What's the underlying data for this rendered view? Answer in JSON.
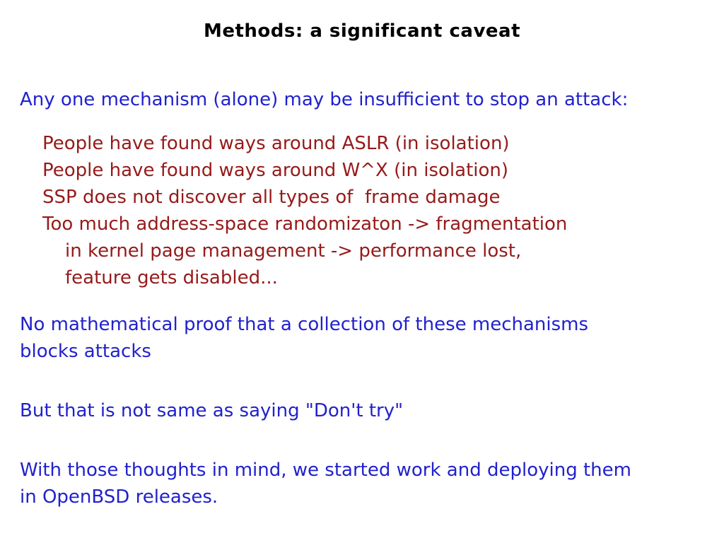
{
  "slide": {
    "title": "Methods: a significant caveat",
    "intro": "Any one mechanism (alone) may be insufficient to stop an attack:",
    "caveats": {
      "lines": [
        "People have found ways around ASLR (in isolation)",
        "People have found ways around W^X (in isolation)",
        "SSP does not discover all types of  frame damage",
        "Too much address-space randomizaton -> fragmentation"
      ],
      "sub_lines": [
        "in kernel page management -> performance lost,",
        "feature gets disabled..."
      ]
    },
    "conclusions": [
      {
        "lines": [
          "No mathematical proof that a collection of these mechanisms",
          "blocks attacks"
        ]
      },
      {
        "lines": [
          "But that is not same as saying \"Don't try\""
        ]
      },
      {
        "lines": [
          "With those thoughts in mind, we started work and deploying them",
          "in OpenBSD releases."
        ]
      }
    ],
    "colors": {
      "background": "#ffffff",
      "title_color": "#000000",
      "body_blue": "#2121cd",
      "caveat_red": "#961a1a"
    }
  }
}
